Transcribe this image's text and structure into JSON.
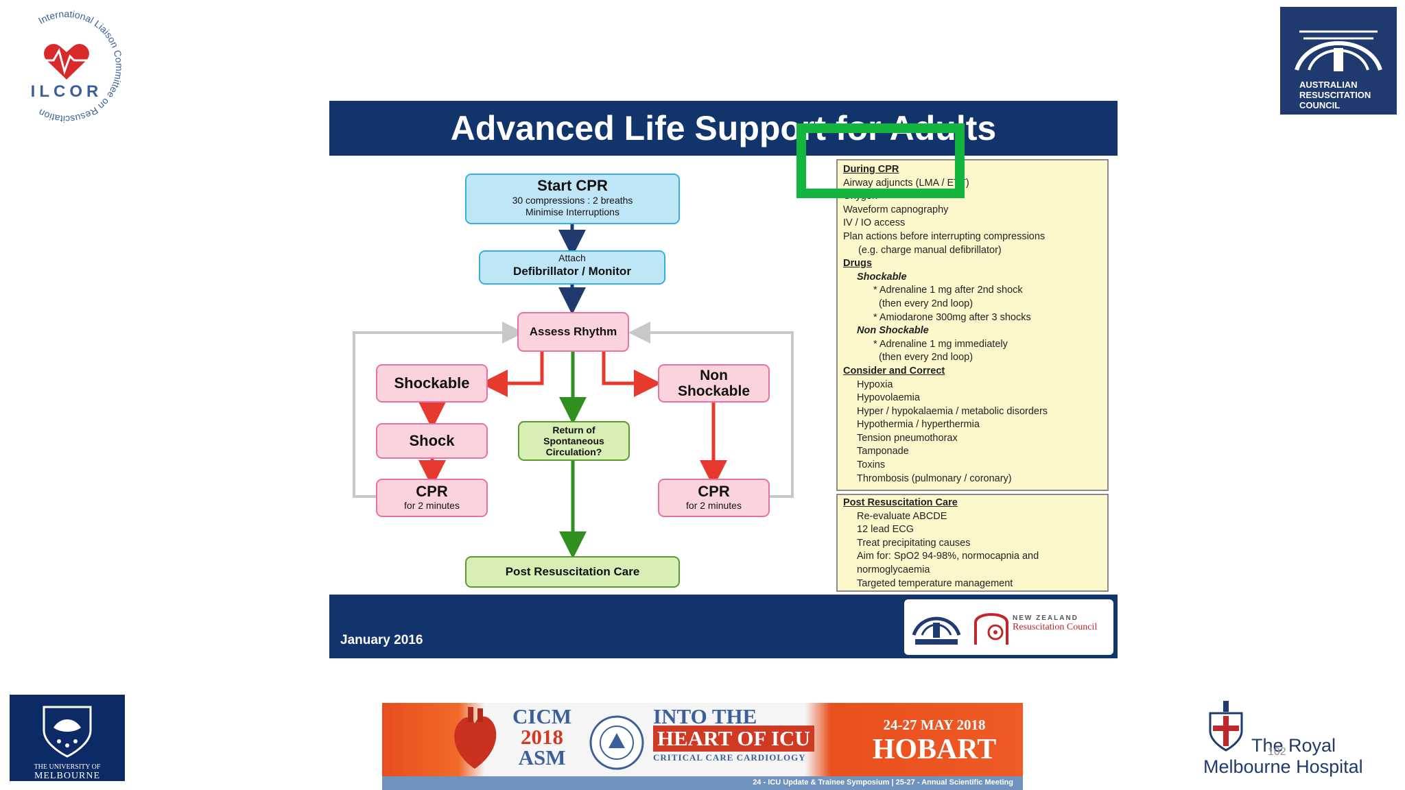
{
  "logos": {
    "ilcor_ring": "International Liaison Committee on Resuscitation",
    "ilcor_letters": "ILCOR",
    "arc_text": [
      "AUSTRALIAN",
      "RESUSCITATION",
      "COUNCIL"
    ],
    "unimelb_text": [
      "THE UNIVERSITY OF",
      "MELBOURNE"
    ],
    "rmh_text": [
      "The Royal",
      "Melbourne Hospital"
    ],
    "nz_text": [
      "NEW ZEALAND",
      "Resuscitation Council"
    ]
  },
  "page_number": "102",
  "slide": {
    "title": "Advanced Life Support for Adults",
    "footer_date": "January 2016"
  },
  "flow": {
    "start_cpr": {
      "title": "Start CPR",
      "line1": "30 compressions : 2 breaths",
      "line2": "Minimise Interruptions"
    },
    "attach": {
      "small": "Attach",
      "title": "Defibrillator / Monitor"
    },
    "assess": "Assess Rhythm",
    "shockable": "Shockable",
    "non_shockable": [
      "Non",
      "Shockable"
    ],
    "shock": "Shock",
    "rosc": [
      "Return of",
      "Spontaneous",
      "Circulation?"
    ],
    "cpr_left": {
      "title": "CPR",
      "sub": "for 2 minutes"
    },
    "cpr_right": {
      "title": "CPR",
      "sub": "for 2 minutes"
    },
    "post": "Post Resuscitation Care"
  },
  "panel_cpr": {
    "during_head": "During CPR",
    "during_lines": [
      "Airway adjuncts (LMA / ETT)",
      "Oxygen",
      "Waveform capnography",
      "IV / IO access",
      "Plan actions before interrupting compressions",
      "   (e.g. charge manual defibrillator)"
    ],
    "drugs_head": "Drugs",
    "shockable_head": "Shockable",
    "shockable_lines": [
      "* Adrenaline 1 mg after 2nd shock",
      "  (then every 2nd loop)",
      "* Amiodarone 300mg after 3 shocks"
    ],
    "non_head": "Non Shockable",
    "non_lines": [
      "* Adrenaline 1 mg immediately",
      "  (then every 2nd loop)"
    ],
    "consider_head": "Consider and Correct",
    "consider_lines": [
      "Hypoxia",
      "Hypovolaemia",
      "Hyper / hypokalaemia / metabolic disorders",
      "Hypothermia / hyperthermia",
      "Tension pneumothorax",
      "Tamponade",
      "Toxins",
      "Thrombosis (pulmonary / coronary)"
    ]
  },
  "panel_post": {
    "head": "Post Resuscitation Care",
    "lines": [
      "Re-evaluate ABCDE",
      "12 lead ECG",
      "Treat precipitating causes",
      "Aim for: SpO2 94-98%, normocapnia and",
      "normoglycaemia",
      "Targeted temperature management"
    ]
  },
  "banner": {
    "cicm": "CICM",
    "year": "2018",
    "asm": "ASM",
    "into": "INTO THE",
    "heart": "HEART OF ICU",
    "cardio": "CRITICAL CARE CARDIOLOGY",
    "date": "24-27 MAY 2018",
    "city": "HOBART",
    "strip": "24 - ICU Update & Trainee Symposium | 25-27 - Annual Scientific Meeting"
  },
  "colors": {
    "slide_navy": "#11346b",
    "highlight_green": "#13b53e",
    "arrow_blue": "#1f3a6e",
    "arrow_red": "#e53a2d",
    "arrow_green": "#2f8f1f",
    "loop_grey": "#c8c8c8"
  }
}
